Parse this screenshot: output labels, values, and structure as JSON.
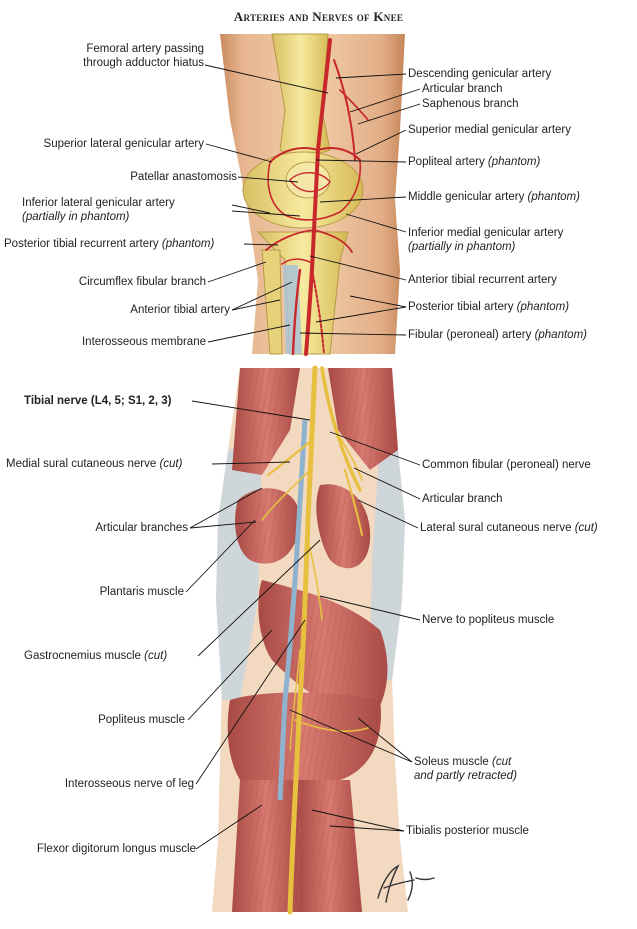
{
  "title": "Arteries and Nerves of Knee",
  "top_panel": {
    "labels": {
      "femoral": [
        "Femoral artery passing",
        "through adductor hiatus"
      ],
      "desc_genic": "Descending genicular artery",
      "articular_branch": "Articular branch",
      "saphenous_branch": "Saphenous branch",
      "sup_med_genic": "Superior medial genicular artery",
      "sup_lat_genic": "Superior lateral genicular artery",
      "popliteal": "Popliteal artery",
      "popliteal_note": "(phantom)",
      "patellar": "Patellar anastomosis",
      "middle_genic": "Middle genicular artery",
      "middle_genic_note": "(phantom)",
      "inf_lat_genic": "Inferior lateral genicular artery",
      "inf_lat_genic_note": "(partially in phantom)",
      "inf_med_genic": "Inferior medial genicular artery",
      "inf_med_genic_note": "(partially in phantom)",
      "post_tib_recur": "Posterior tibial recurrent artery",
      "post_tib_recur_note": "(phantom)",
      "ant_tib_recur": "Anterior tibial recurrent artery",
      "circumflex": "Circumflex fibular branch",
      "post_tib": "Posterior tibial artery",
      "post_tib_note": "(phantom)",
      "ant_tib": "Anterior tibial artery",
      "interosseous_mem": "Interosseous membrane",
      "fibular": "Fibular (peroneal) artery",
      "fibular_note": "(phantom)"
    }
  },
  "bottom_panel": {
    "labels": {
      "tibial_nerve": "Tibial nerve (L4, 5; S1, 2, 3)",
      "med_sural": "Medial sural cutaneous nerve",
      "med_sural_note": "(cut)",
      "common_fibular": "Common fibular (peroneal) nerve",
      "articular_branch": "Articular branch",
      "articular_branches": "Articular branches",
      "lat_sural": "Lateral sural cutaneous nerve",
      "lat_sural_note": "(cut)",
      "plantaris": "Plantaris muscle",
      "nerve_popliteus": "Nerve to popliteus muscle",
      "gastroc": "Gastrocnemius muscle",
      "gastroc_note": "(cut)",
      "popliteus": "Popliteus muscle",
      "soleus": [
        "Soleus muscle",
        "(cut",
        "and partly retracted)"
      ],
      "interosseous_nerve": "Interosseous nerve of leg",
      "flexor": "Flexor digitorum longus muscle",
      "tib_post": "Tibialis posterior muscle"
    }
  },
  "colors": {
    "skin": "#f3d3b8",
    "bone": "#f1dd8e",
    "artery": "#c8282c",
    "nerve": "#e8c040",
    "muscle": "#c96860",
    "vein": "#8fb3cf"
  }
}
